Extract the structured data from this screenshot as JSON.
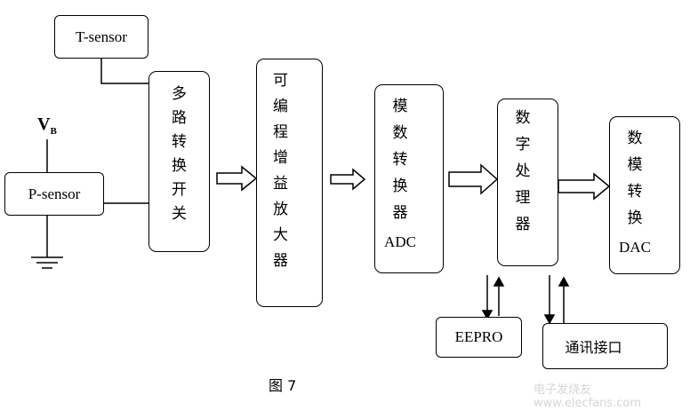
{
  "blocks": {
    "t_sensor": "T-sensor",
    "p_sensor": "P-sensor",
    "mux": [
      "多",
      "路",
      "转",
      "换",
      "开",
      "关"
    ],
    "pga": [
      "可",
      "编",
      "程",
      "增",
      "益",
      "放",
      "大",
      "器"
    ],
    "adc": [
      "模",
      "数",
      "转",
      "换",
      "器"
    ],
    "adc_suffix": "ADC",
    "dsp": [
      "数",
      "字",
      "处",
      "理",
      "器"
    ],
    "dac": [
      "数",
      "模",
      "转",
      "换"
    ],
    "dac_suffix": "DAC",
    "eeprom": "EEPRO",
    "comm": "通讯接口"
  },
  "supply_label": "V",
  "supply_sub": "B",
  "caption": "图 7",
  "watermark": "电子发烧友 www.elecfans.com"
}
